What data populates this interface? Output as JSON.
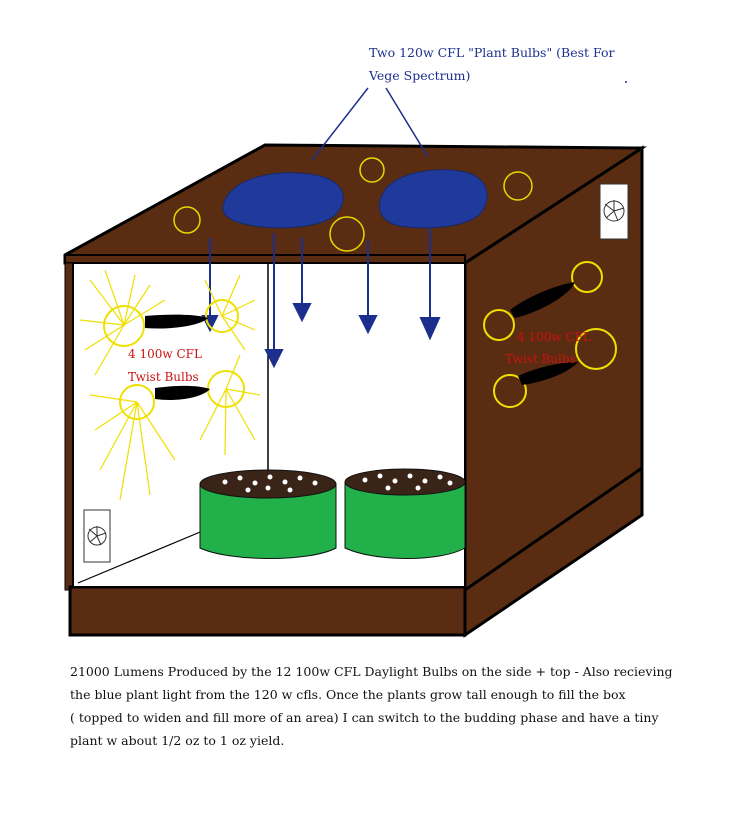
{
  "annotations": {
    "top_label": [
      "Two 120w CFL \"Plant Bulbs\" (Best For",
      "Vege Spectrum)"
    ],
    "left_label": [
      "4 100w CFL",
      "Twist Bulbs"
    ],
    "right_label": [
      "4 100w CFL",
      "Twist Bulbs"
    ]
  },
  "caption": [
    "21000 Lumens Produced by the 12 100w CFL Daylight Bulbs on the side + top - Also recieving",
    "the blue plant light from the 120 w cfls.  Once the plants grow tall enough to fill the box",
    "( topped to widen and fill more of an area) I can switch to the budding phase and have a tiny",
    "plant w about 1/2 oz to 1 oz yield."
  ],
  "colors": {
    "box_brown": "#5a2d12",
    "outline": "#000000",
    "plant_bulb_blue": "#1f3a9a",
    "arrow_blue": "#1c2f8c",
    "bulb_yellow": "#f0e000",
    "pot_green": "#22b04a",
    "label_red": "#cc1111"
  },
  "icons": [
    "fan-icon",
    "fan-icon",
    "fan-icon"
  ]
}
